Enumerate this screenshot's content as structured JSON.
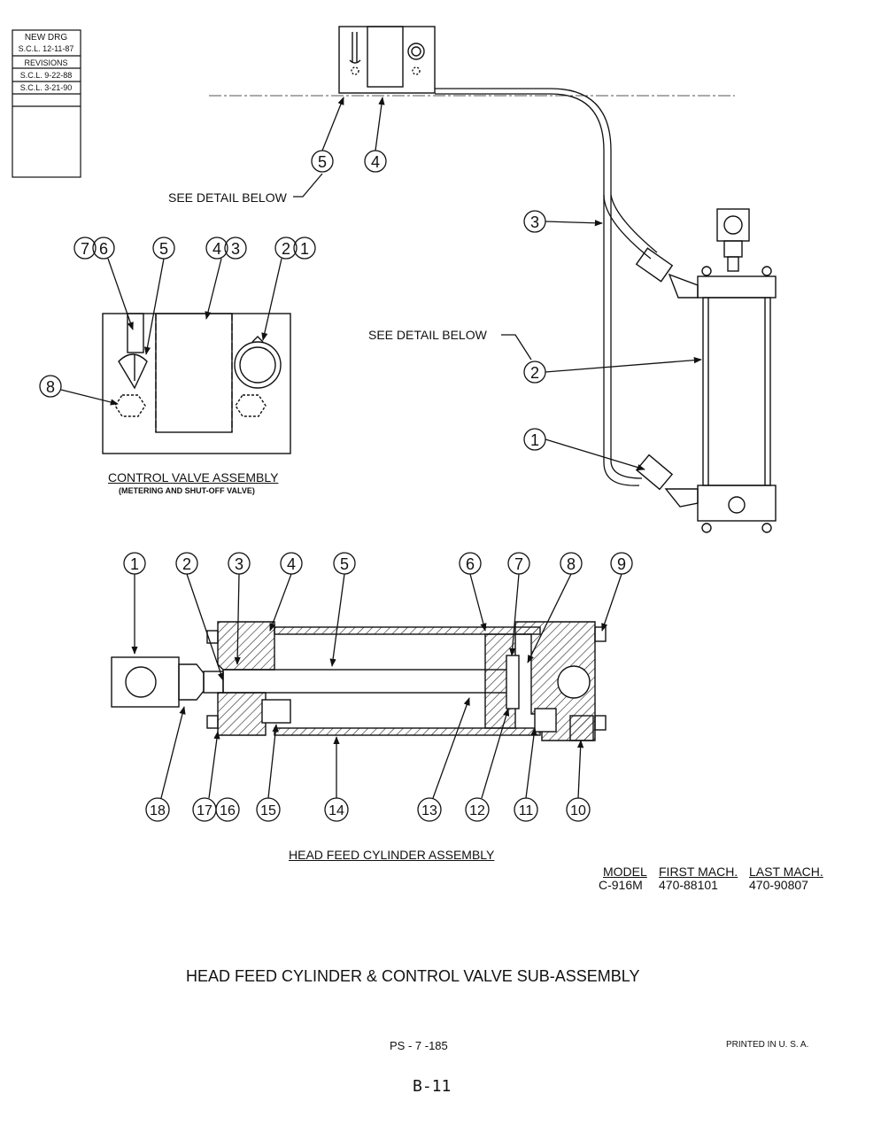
{
  "revision_block": {
    "line1": "NEW DRG",
    "line2": "S.C.L. 12-11-87",
    "header": "REVISIONS",
    "rev1": "S.C.L. 9-22-88",
    "rev2": "S.C.L. 3-21-90"
  },
  "top_view": {
    "see_detail_1": "SEE DETAIL BELOW",
    "see_detail_2": "SEE DETAIL BELOW",
    "callouts": [
      "5",
      "4",
      "3",
      "2",
      "1"
    ]
  },
  "control_valve": {
    "callouts": [
      "7",
      "6",
      "5",
      "4",
      "3",
      "2",
      "1",
      "8"
    ],
    "title": "CONTROL VALVE ASSEMBLY",
    "subtitle": "(METERING AND SHUT-OFF VALVE)"
  },
  "cylinder": {
    "top_callouts": [
      "1",
      "2",
      "3",
      "4",
      "5",
      "6",
      "7",
      "8",
      "9"
    ],
    "bottom_callouts": [
      "18",
      "17",
      "16",
      "15",
      "14",
      "13",
      "12",
      "11",
      "10"
    ],
    "title": "HEAD FEED CYLINDER ASSEMBLY"
  },
  "model_table": {
    "h_model": "MODEL",
    "h_first": "FIRST MACH.",
    "h_last": "LAST MACH.",
    "model": "C-916M",
    "first": "470-88101",
    "last": "470-90807"
  },
  "main_title": "HEAD FEED CYLINDER & CONTROL VALVE SUB-ASSEMBLY",
  "part_number": "PS - 7 -185",
  "printed": "PRINTED IN U. S. A.",
  "page_label": "B-11"
}
